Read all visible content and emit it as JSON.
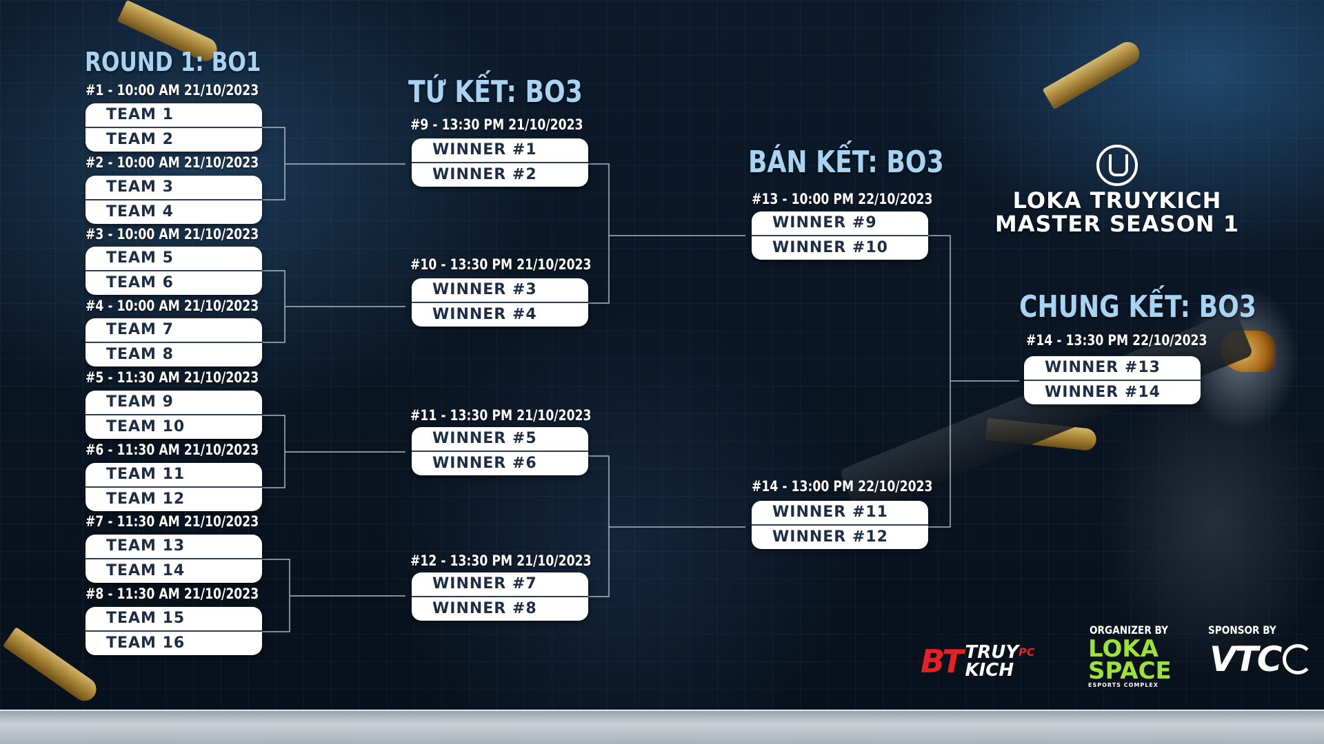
{
  "rounds": {
    "round1": "ROUND 1: BO1",
    "quarter": "TỨ KẾT: BO3",
    "semi": "BÁN KẾT: BO3",
    "final": "CHUNG KẾT: BO3"
  },
  "matches": [
    {
      "label": "#1 - 10:00 AM 21/10/2023",
      "teams": [
        "TEAM 1",
        "TEAM 2"
      ]
    },
    {
      "label": "#2 - 10:00 AM 21/10/2023",
      "teams": [
        "TEAM 3",
        "TEAM 4"
      ]
    },
    {
      "label": "#3 - 10:00 AM 21/10/2023",
      "teams": [
        "TEAM 5",
        "TEAM 6"
      ]
    },
    {
      "label": "#4 - 10:00 AM 21/10/2023",
      "teams": [
        "TEAM 7",
        "TEAM 8"
      ]
    },
    {
      "label": "#5 - 11:30 AM 21/10/2023",
      "teams": [
        "TEAM 9",
        "TEAM 10"
      ]
    },
    {
      "label": "#6 - 11:30 AM 21/10/2023",
      "teams": [
        "TEAM 11",
        "TEAM 12"
      ]
    },
    {
      "label": "#7 - 11:30 AM 21/10/2023",
      "teams": [
        "TEAM 13",
        "TEAM 14"
      ]
    },
    {
      "label": "#8 - 11:30 AM 21/10/2023",
      "teams": [
        "TEAM 15",
        "TEAM 16"
      ]
    },
    {
      "label": "#9 - 13:30 PM 21/10/2023",
      "teams": [
        "WINNER #1",
        "WINNER #2"
      ]
    },
    {
      "label": "#10 - 13:30 PM 21/10/2023",
      "teams": [
        "WINNER #3",
        "WINNER #4"
      ]
    },
    {
      "label": "#11 - 13:30 PM 21/10/2023",
      "teams": [
        "WINNER #5",
        "WINNER #6"
      ]
    },
    {
      "label": "#12 - 13:30 PM 21/10/2023",
      "teams": [
        "WINNER #7",
        "WINNER #8"
      ]
    },
    {
      "label": "#13 - 10:00 PM 22/10/2023",
      "teams": [
        "WINNER #9",
        "WINNER #10"
      ]
    },
    {
      "label": "#14 - 13:00 PM 22/10/2023",
      "teams": [
        "WINNER #11",
        "WINNER #12"
      ]
    },
    {
      "label": "#14 - 13:30 PM 22/10/2023",
      "teams": [
        "WINNER #13",
        "WINNER #14"
      ]
    }
  ],
  "event": {
    "line1": "LOKA TRUYKICH",
    "line2": "MASTER SEASON 1"
  },
  "sponsors": {
    "truykich_mark": "BT",
    "truykich_word1": "TRUY",
    "truykich_pc": "PC",
    "truykich_word2": "KICH",
    "organizer_label": "ORGANIZER BY",
    "loka_line1": "LOKA",
    "loka_line2": "SPACE",
    "loka_sub": "ESPORTS COMPLEX",
    "sponsor_label": "SPONSOR BY",
    "vtc": "VTC"
  },
  "colors": {
    "heading": "#a9d3f2",
    "slot_text": "#1b2e45",
    "loka_green": "#9ee13a",
    "truykich_red": "#e32228"
  }
}
